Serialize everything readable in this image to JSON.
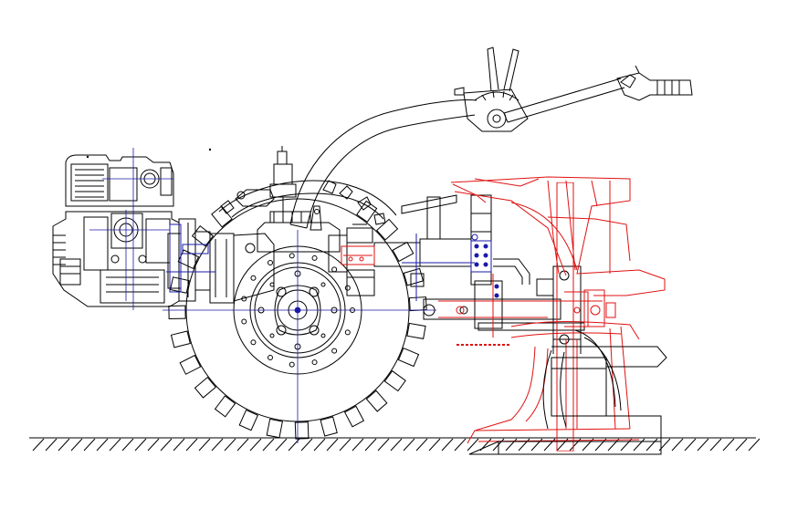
{
  "drawing": {
    "colors": {
      "background": "#ffffff",
      "ink": "#000000",
      "red": "#e01010",
      "blue": "#1a1aa8"
    },
    "parts": [
      {
        "name": "engine",
        "icon": "engine-block-icon"
      },
      {
        "name": "handlebar",
        "icon": "handlebar-icon"
      },
      {
        "name": "control-lever",
        "icon": "lever-icon"
      },
      {
        "name": "grip",
        "icon": "grip-icon"
      },
      {
        "name": "fender",
        "icon": "fender-icon"
      },
      {
        "name": "drive-wheel",
        "icon": "lugged-wheel-icon"
      },
      {
        "name": "transmission",
        "icon": "gearbox-icon"
      },
      {
        "name": "hitch-frame",
        "icon": "hitch-icon"
      },
      {
        "name": "plough-red-overlay",
        "icon": "plough-icon"
      },
      {
        "name": "plough-base",
        "icon": "plough-icon"
      },
      {
        "name": "ground-line",
        "icon": "hatched-ground-icon"
      }
    ]
  }
}
